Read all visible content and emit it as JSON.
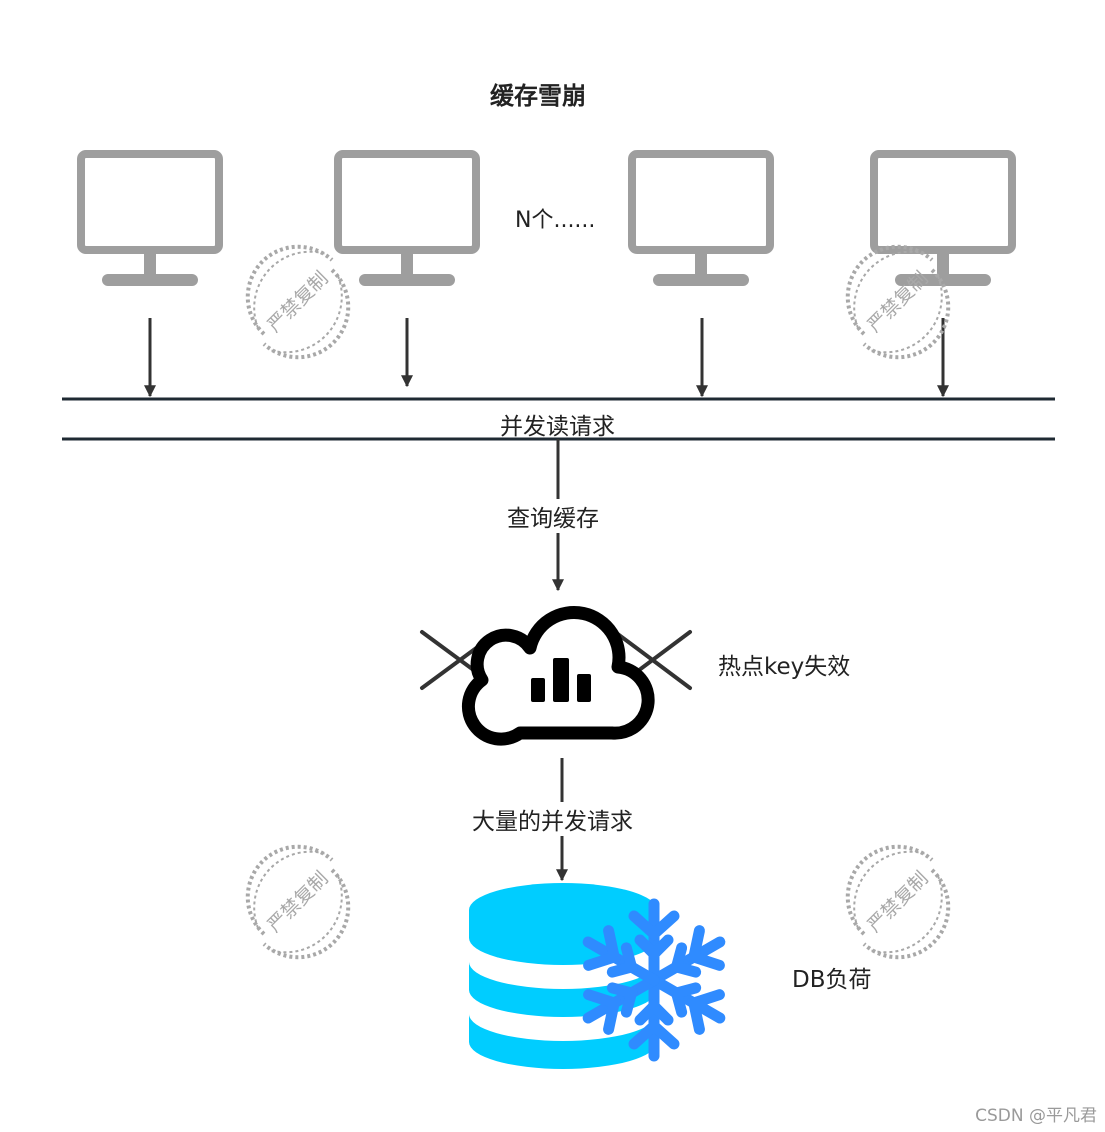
{
  "title": "缓存雪崩",
  "clients": {
    "more_label": "N个......",
    "icon": "monitor-icon",
    "color": "#9e9e9e"
  },
  "bus": {
    "label": "并发读请求",
    "line_color": "#1f2a33"
  },
  "query": {
    "label": "查询缓存",
    "arrow_color": "#333333"
  },
  "cache": {
    "icon": "cloud-chart-icon",
    "status_label": "热点key失效",
    "cross_icon": "cross-icon"
  },
  "db_request": {
    "label": "大量的并发请求"
  },
  "database": {
    "icon": "database-icon",
    "overlay_icon": "snowflake-icon",
    "label": "DB负荷",
    "db_color": "#00cdff",
    "snow_color": "#2f8bff"
  },
  "watermark": {
    "text": "严禁复制",
    "icon": "stamp-icon",
    "color": "#9a9a9a"
  },
  "footer": {
    "credit": "CSDN @平凡君"
  }
}
